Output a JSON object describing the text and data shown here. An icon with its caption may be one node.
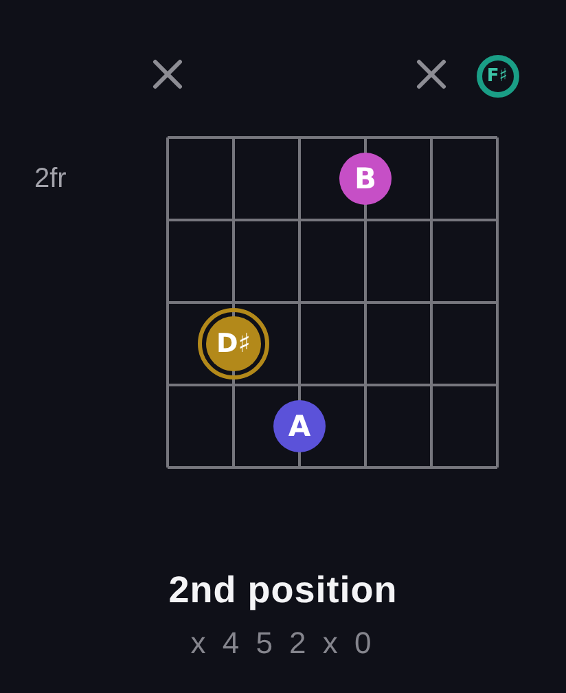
{
  "diagram": {
    "title": "2nd position",
    "caption": "x 4 5 2 x 0",
    "nodes": [
      {
        "text": [
          "F♯"
        ]
      },
      {
        "text": [
          "B"
        ]
      },
      {
        "text": [
          "D♯"
        ]
      },
      {
        "text": [
          "A"
        ]
      }
    ],
    "labels": [
      "2fr"
    ]
  }
}
